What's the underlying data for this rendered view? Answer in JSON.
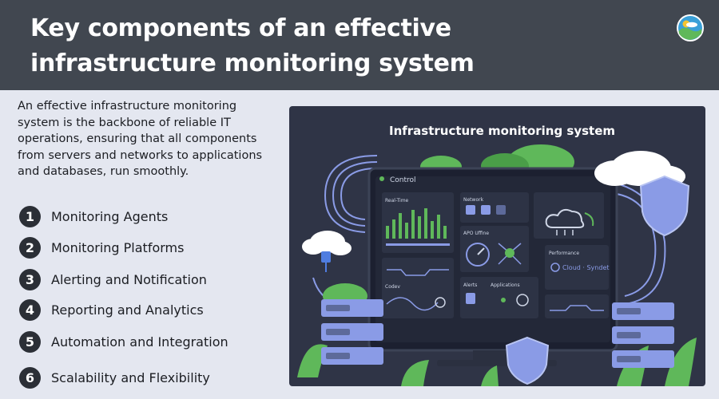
{
  "header": {
    "title": "Key components of an effective infrastructure monitoring system",
    "logo_icon": "cloud-landscape-logo-icon"
  },
  "intro": "An effective infrastructure monitoring system is the backbone of reliable IT operations, ensuring that all components from servers and networks to applications and databases, run smoothly.",
  "components": [
    {
      "num": "1",
      "label": "Monitoring Agents"
    },
    {
      "num": "2",
      "label": "Monitoring Platforms"
    },
    {
      "num": "3",
      "label": "Alerting and Notification"
    },
    {
      "num": "4",
      "label": "Reporting and Analytics"
    },
    {
      "num": "5",
      "label": "Automation and Integration"
    },
    {
      "num": "6",
      "label": "Scalability and Flexibility"
    }
  ],
  "illustration": {
    "title": "Infrastructure monitoring system",
    "window_label": "Control",
    "panels": {
      "realtime": "Real-Time",
      "network": "Network",
      "apo": "APO Uffine",
      "performance": "Performance",
      "cloud": "Cloud · Syndet",
      "codev": "Codev",
      "alerts": "Alerts",
      "applications": "Applications"
    }
  },
  "colors": {
    "header_bg": "#414750",
    "page_bg": "#e4e7f0",
    "badge_bg": "#2b2f36",
    "illustration_bg": "#2f3446",
    "accent_blue": "#8a9be6",
    "accent_green": "#5fb85a"
  }
}
